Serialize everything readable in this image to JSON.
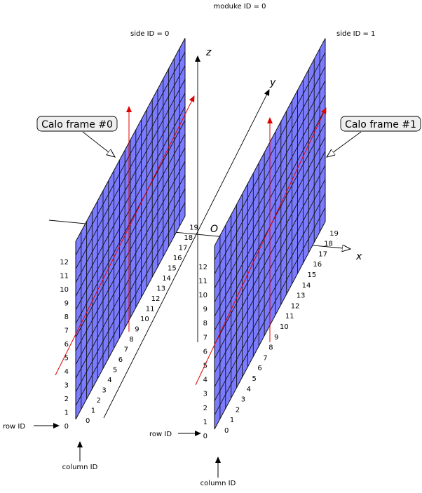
{
  "title": "moduke ID = 0",
  "side_labels": [
    "side ID = 0",
    "side ID = 1"
  ],
  "frame_labels": [
    "Calo frame #0",
    "Calo frame #1"
  ],
  "axes": {
    "x": "x",
    "y": "y",
    "z": "z",
    "origin": "O"
  },
  "row_id_label": "row ID",
  "column_id_label": "column ID",
  "rows": [
    "0",
    "1",
    "2",
    "3",
    "4",
    "5",
    "6",
    "7",
    "8",
    "9",
    "10",
    "11",
    "12"
  ],
  "columns": [
    "0",
    "1",
    "2",
    "3",
    "4",
    "5",
    "6",
    "7",
    "8",
    "9",
    "10",
    "11",
    "12",
    "13",
    "14",
    "15",
    "16",
    "17",
    "18",
    "19"
  ],
  "colors": {
    "panel_fill": "#7b7bff",
    "grid_line": "#111111",
    "red_arrow": "#e00000",
    "frame_box_fill": "#eeeeee"
  }
}
